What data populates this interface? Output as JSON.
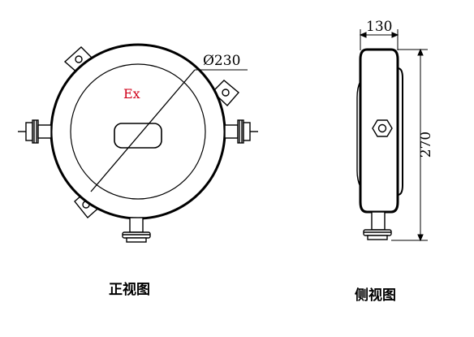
{
  "front_view": {
    "marking": "Ex",
    "diameter_label": "Ø230",
    "caption": "正视图"
  },
  "side_view": {
    "width_label": "130",
    "height_label": "270",
    "caption": "侧视图"
  },
  "colors": {
    "line": "#000000",
    "marking": "#d0001a",
    "background": "#ffffff"
  }
}
